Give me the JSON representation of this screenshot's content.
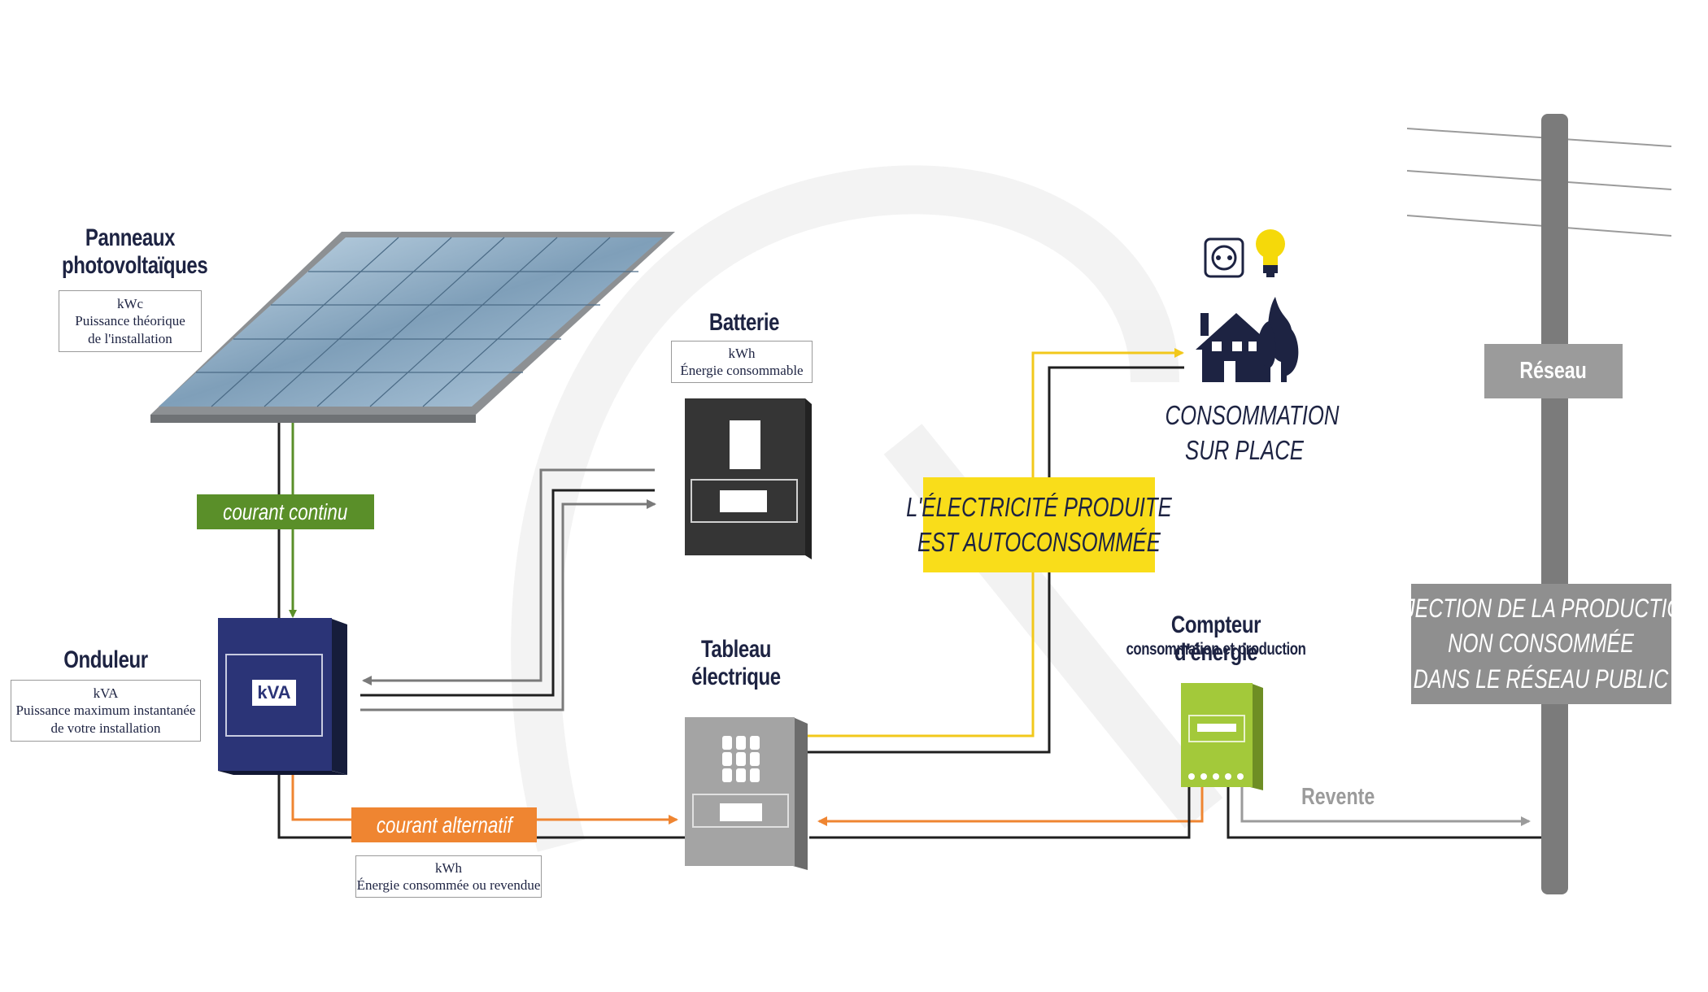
{
  "panels": {
    "title_line1": "Panneaux",
    "title_line2": "photovoltaïques",
    "unit": "kWc",
    "desc_line1": "Puissance théorique",
    "desc_line2": "de l'installation"
  },
  "battery": {
    "title": "Batterie",
    "unit": "kWh",
    "desc": "Énergie consommable"
  },
  "inverter": {
    "title": "Onduleur",
    "screen": "kVA",
    "unit": "kVA",
    "desc_line1": "Puissance maximum instantanée",
    "desc_line2": "de votre installation"
  },
  "panel_board": {
    "title_line1": "Tableau",
    "title_line2": "électrique"
  },
  "meter": {
    "title": "Compteur d'énergie",
    "subtitle": "consommation et production"
  },
  "dc_tag": "courant continu",
  "ac_tag": "courant alternatif",
  "ac_box": {
    "unit": "kWh",
    "desc": "Énergie consommée ou revendue"
  },
  "self_consumed": {
    "line1": "L'ÉLECTRICITÉ PRODUITE",
    "line2": "EST AUTOCONSOMMÉE"
  },
  "onsite": {
    "line1": "CONSOMMATION",
    "line2": "SUR PLACE"
  },
  "grid": {
    "label": "Réseau",
    "injection_line1": "INJECTION DE LA PRODUCTION",
    "injection_line2": "NON CONSOMMÉE",
    "injection_line3": "DANS LE RÉSEAU PUBLIC"
  },
  "resale": "Revente",
  "colors": {
    "navy": "#1d2342",
    "green": "#5a8f29",
    "orange": "#ef8531",
    "yellow": "#f2d11b",
    "gray": "#8e8e8e",
    "wire_gray": "#7a7a7a",
    "meter_green": "#a3c93a"
  },
  "icons": [
    "solar-panel-icon",
    "battery-icon",
    "inverter-icon",
    "electrical-panel-icon",
    "energy-meter-icon",
    "house-icon",
    "power-outlet-icon",
    "light-bulb-icon",
    "utility-pole-icon"
  ]
}
